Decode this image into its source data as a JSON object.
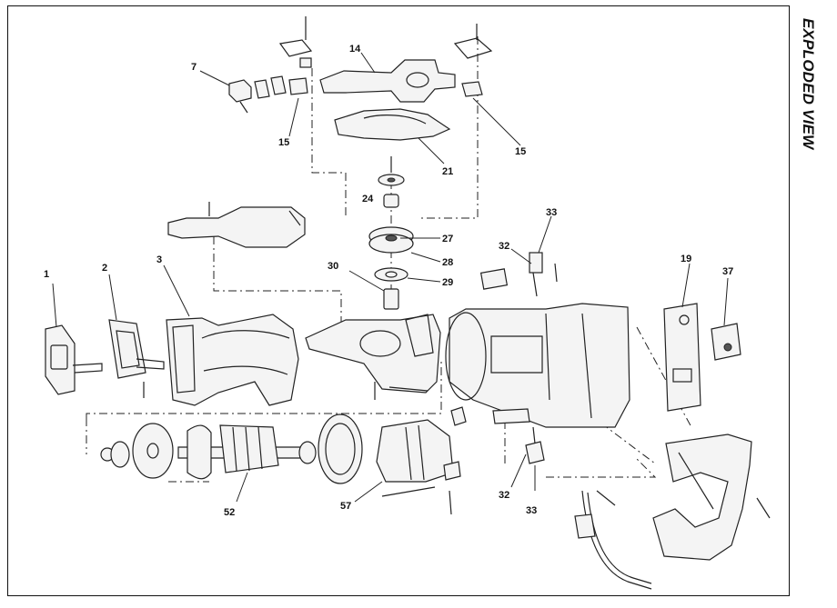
{
  "title": "EXPLODED VIEW",
  "callouts": [
    {
      "id": "c1",
      "label": "1"
    },
    {
      "id": "c2",
      "label": "2"
    },
    {
      "id": "c3",
      "label": "3"
    },
    {
      "id": "c7",
      "label": "7"
    },
    {
      "id": "c14",
      "label": "14"
    },
    {
      "id": "c15a",
      "label": "15"
    },
    {
      "id": "c15b",
      "label": "15"
    },
    {
      "id": "c19",
      "label": "19"
    },
    {
      "id": "c21",
      "label": "21"
    },
    {
      "id": "c24",
      "label": "24"
    },
    {
      "id": "c27",
      "label": "27"
    },
    {
      "id": "c28",
      "label": "28"
    },
    {
      "id": "c29",
      "label": "29"
    },
    {
      "id": "c30",
      "label": "30"
    },
    {
      "id": "c32a",
      "label": "32"
    },
    {
      "id": "c33a",
      "label": "33"
    },
    {
      "id": "c32b",
      "label": "32"
    },
    {
      "id": "c33b",
      "label": "33"
    },
    {
      "id": "c37",
      "label": "37"
    },
    {
      "id": "c52",
      "label": "52"
    },
    {
      "id": "c57",
      "label": "57"
    }
  ]
}
